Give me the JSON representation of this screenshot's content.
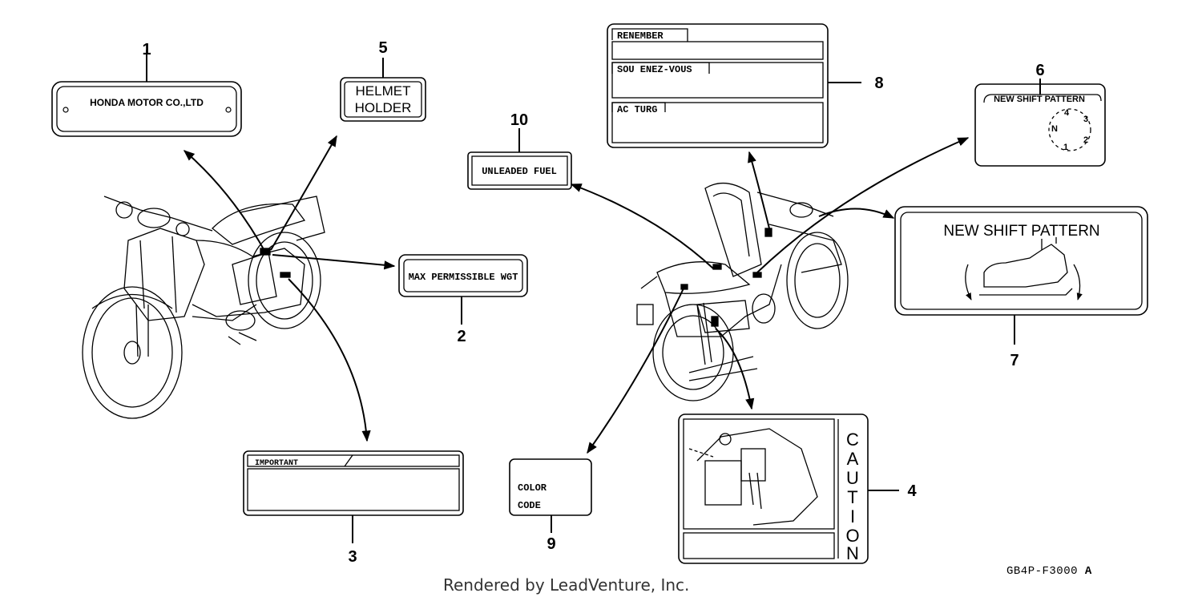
{
  "callouts": [
    "1",
    "2",
    "3",
    "4",
    "5",
    "6",
    "7",
    "8",
    "9",
    "10"
  ],
  "labels": {
    "l1": "HONDA MOTOR CO.,LTD",
    "l2": "MAX PERMISSIBLE WGT",
    "l3_header": "IMPORTANT",
    "l4_side": [
      "C",
      "A",
      "U",
      "T",
      "I",
      "O",
      "N"
    ],
    "l5_line1": "HELMET",
    "l5_line2": "HOLDER",
    "l6_title": "NEW SHIFT PATTERN",
    "l6_gears": [
      "N",
      "1",
      "2",
      "3",
      "4"
    ],
    "l7_title": "NEW SHIFT PATTERN",
    "l8_rows": [
      "RENEMBER",
      "SOU ENEZ-VOUS",
      "AC TURG"
    ],
    "l9_line1": "COLOR",
    "l9_line2": "CODE",
    "l10": "UNLEADED FUEL"
  },
  "footer": "Rendered by LeadVenture, Inc.",
  "part_code": "GB4P-F3000",
  "part_code_suffix": "A"
}
